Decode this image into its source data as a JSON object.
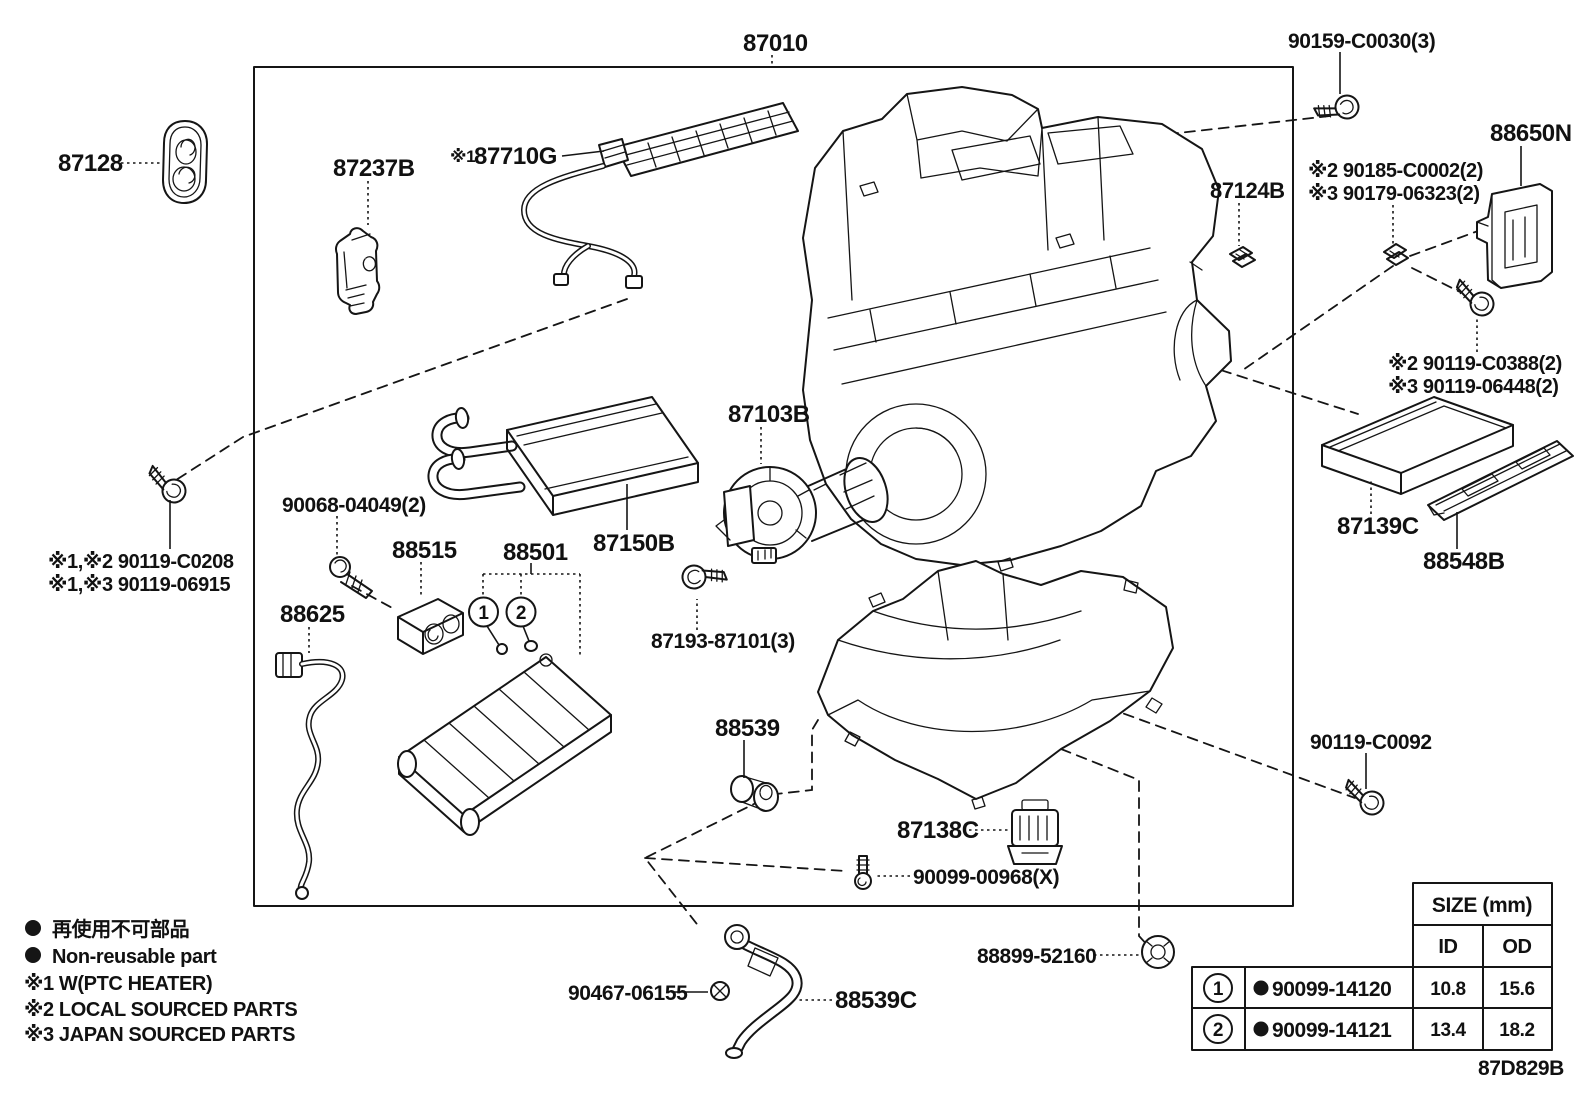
{
  "page": {
    "bg": "#ffffff",
    "ink": "#151515",
    "diagram_code": "87D829B"
  },
  "labels": {
    "assembly": "87010",
    "screw_top": "90159-C0030(3)",
    "grommet": "87128",
    "bracket": "87237B",
    "ptc_prefix": "※1",
    "ptc_heater": "87710G",
    "amplifier": "88650N",
    "clip_local": "※2 90185-C0002(2)",
    "clip_japan": "※3 90179-06323(2)",
    "clip_duct": "87124B",
    "screw_local": "※2 90119-C0388(2)",
    "screw_japan": "※3 90119-06448(2)",
    "blower": "87103B",
    "heater_core": "87150B",
    "bolt": "90068-04049(2)",
    "valve": "88515",
    "evaporator": "88501",
    "screw_ptc_local": "※1,※2 90119-C0208",
    "screw_ptc_japan": "※1,※3 90119-06915",
    "harness": "88625",
    "screw_blower": "87193-87101(3)",
    "filter": "87139C",
    "filter_cover": "88548B",
    "clamp": "88539",
    "screw_case": "90119-C0092",
    "resistor": "87138C",
    "screw_duct": "90099-00968(X)",
    "nut": "88899-52160",
    "clip_hose": "90467-06155",
    "hose": "88539C",
    "ring1": "1",
    "ring2": "2"
  },
  "legend": {
    "bullet_jp": "再使用不可部品",
    "bullet_en": "Non-reusable part",
    "note1": "※1 W(PTC HEATER)",
    "note2": "※2 LOCAL SOURCED PARTS",
    "note3": "※3 JAPAN SOURCED PARTS"
  },
  "size_table": {
    "title": "SIZE (mm)",
    "id_header": "ID",
    "od_header": "OD",
    "rows": [
      {
        "ring": "1",
        "part": "90099-14120",
        "id": "10.8",
        "od": "15.6"
      },
      {
        "ring": "2",
        "part": "90099-14121",
        "id": "13.4",
        "od": "18.2"
      }
    ]
  }
}
